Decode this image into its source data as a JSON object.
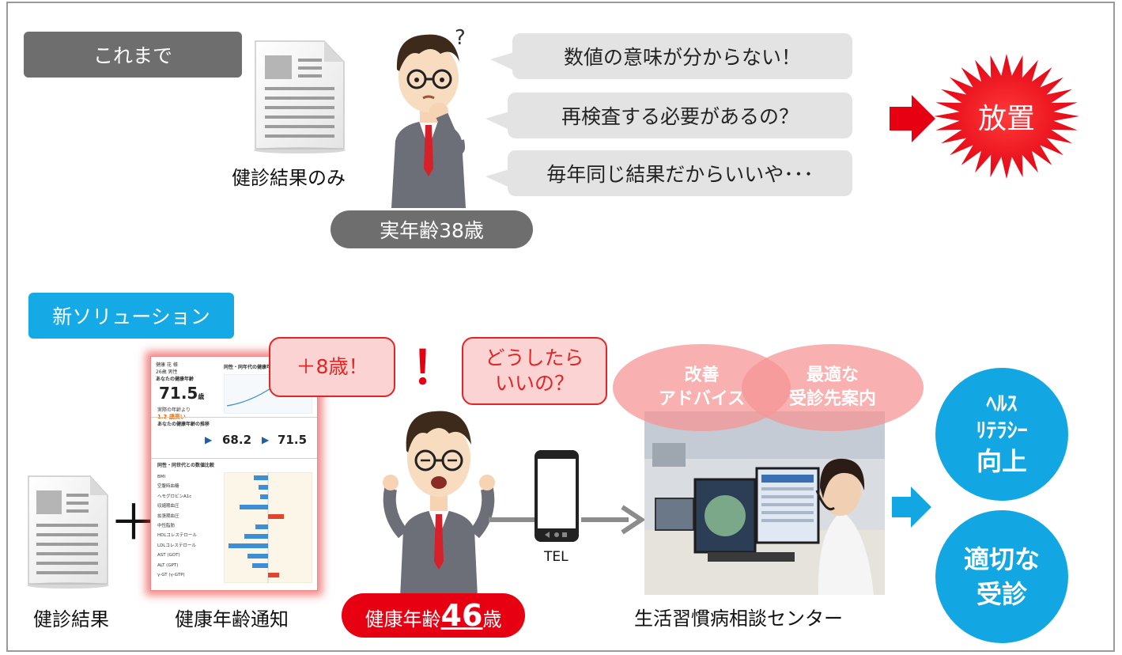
{
  "colors": {
    "gray_label": "#6e6e6e",
    "blue_label": "#15a9e6",
    "red": "#e60012",
    "bubble_gray": "#e3e3e3",
    "blue_circle": "#12a7e3"
  },
  "before": {
    "label": "これまで",
    "doc_caption": "健診結果のみ",
    "age_pill": "実年齢38歳",
    "bubbles": [
      "数値の意味が分からない！",
      "再検査する必要があるの？",
      "毎年同じ結果だからいいや･･･"
    ],
    "result": "放置"
  },
  "after": {
    "label": "新ソリューション",
    "doc_caption": "健診結果",
    "plus": "＋",
    "notice_caption": "健康年齢通知",
    "notice_sheet": {
      "name": "健康 花 様",
      "stats": "26歳 男性",
      "headline": "あなたの健康年齢",
      "age_value": "71.5",
      "age_unit": "歳",
      "diff_label": "実際の年齢より",
      "diff_value": "1.3 歳高い",
      "dist_title": "同性・同年代の健康年齢分布",
      "trend_title": "あなたの健康年齢の推移",
      "trend_prev": "68.2",
      "trend_now": "71.5",
      "compare_title": "同性・同世代との数値比較",
      "rows": [
        "BMI",
        "空腹時血糖",
        "ヘモグロビンA1c",
        "収縮期血圧",
        "拡張期血圧",
        "中性脂肪",
        "HDLコレステロール",
        "LDLコレステロール",
        "AST (GOT)",
        "ALT (GPT)",
        "γ-GT (γ-GTP)"
      ]
    },
    "bubble_left": "＋8歳！",
    "exclaim": "！",
    "bubble_right_line1": "どうしたら",
    "bubble_right_line2": "いいの？",
    "health_age_prefix": "健康年齢",
    "health_age_value": "46",
    "health_age_suffix": "歳",
    "phone_caption": "TEL",
    "cloud_left_line1": "改善",
    "cloud_left_line2": "アドバイス",
    "cloud_right_line1": "最適な",
    "cloud_right_line2": "受診先案内",
    "center_caption": "生活習慣病相談センター",
    "circle1_line1": "ﾍﾙｽ",
    "circle1_line2": "ﾘﾃﾗｼｰ",
    "circle1_line3": "向上",
    "circle2_line1": "適切な",
    "circle2_line2": "受診"
  }
}
